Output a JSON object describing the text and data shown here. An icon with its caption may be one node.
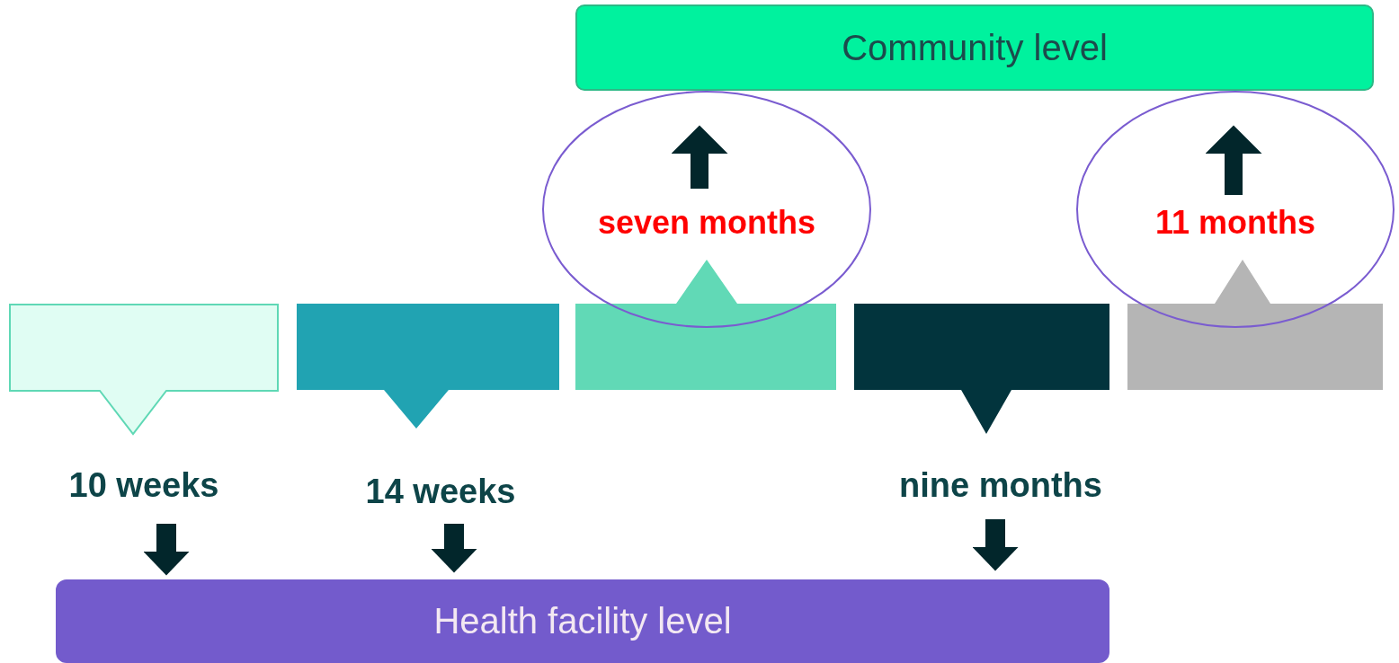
{
  "diagram": {
    "nodes": [
      {
        "text": [
          "Community level"
        ]
      },
      {
        "text": [],
        "shape": "box"
      },
      {
        "text": [],
        "shape": "box"
      },
      {
        "text": [],
        "shape": "box"
      },
      {
        "text": [],
        "shape": "box"
      },
      {
        "text": [],
        "shape": "box"
      },
      {
        "text": [
          "10 weeks"
        ]
      },
      {
        "text": [
          "14 weeks"
        ]
      },
      {
        "text": [
          "seven months"
        ]
      },
      {
        "text": [
          "nine months"
        ]
      },
      {
        "text": [
          "11 months"
        ]
      },
      {
        "text": [
          "Health facility level"
        ]
      }
    ],
    "edges": [
      {
        "from": 6,
        "to": 11,
        "arrow": "to"
      },
      {
        "from": 7,
        "to": 11,
        "arrow": "to"
      },
      {
        "from": 9,
        "to": 11,
        "arrow": "to"
      },
      {
        "from": 8,
        "to": 0,
        "arrow": "to"
      },
      {
        "from": 10,
        "to": 0,
        "arrow": "to"
      }
    ]
  }
}
